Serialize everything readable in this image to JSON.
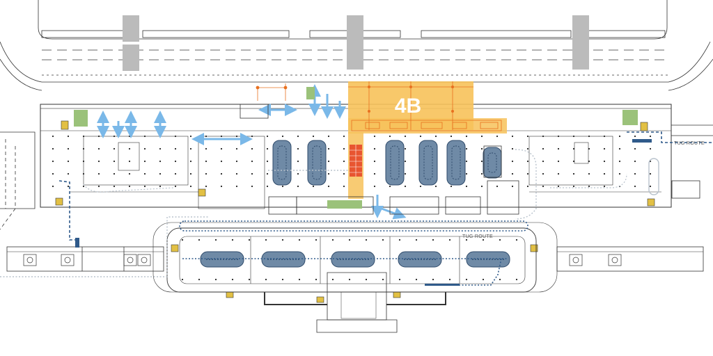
{
  "plan": {
    "zone_label": "4B",
    "route_labels": [
      "TUG ROUTE",
      "TUG ROUTE"
    ]
  },
  "colors": {
    "zone_fill": "#f7c25a",
    "zone_accent": "#e8701f",
    "red_block": "#e85530",
    "carousel_fill": "#6f8aa6",
    "carousel_stroke": "#2f4b6b",
    "arrow_light_blue": "#7ab8e8",
    "route_dark_blue": "#2f5a8a",
    "route_grey": "#b8c2cc",
    "green_area": "#9bc27a",
    "line": "#333333"
  },
  "icons": [
    "two-way-arrow-icon",
    "elevator-icon",
    "tug-icon"
  ]
}
